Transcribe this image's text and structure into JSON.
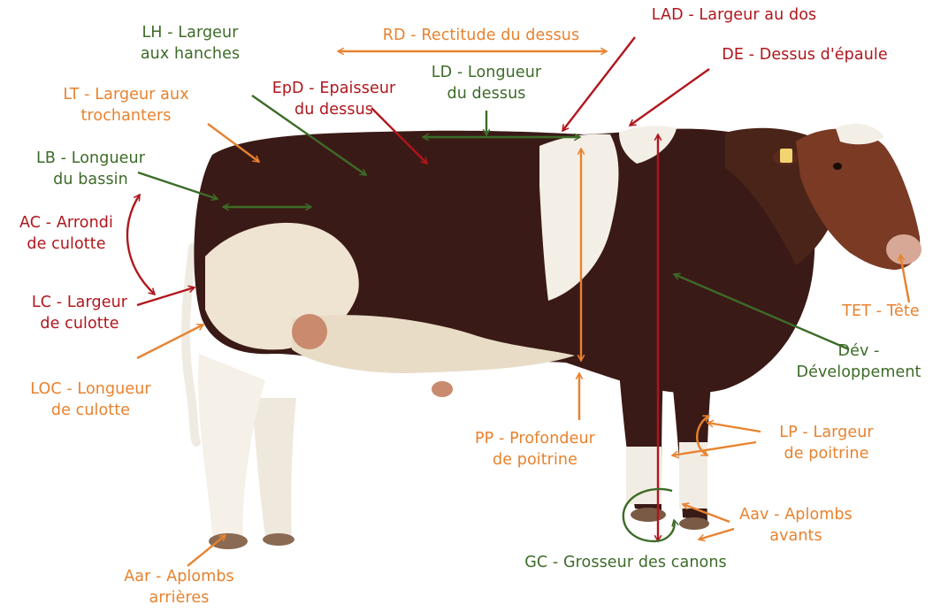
{
  "colors": {
    "orange": "#e8822e",
    "red": "#b0161c",
    "green": "#3d6b28",
    "coat_dark": "#3a1a16",
    "coat_white": "#f4efe6"
  },
  "labels": {
    "rd": {
      "line1": "RD - Rectitude du dessus",
      "color": "orange"
    },
    "lad": {
      "line1": "LAD - Largeur au dos",
      "color": "red"
    },
    "de": {
      "line1": "DE - Dessus d'épaule",
      "color": "red"
    },
    "lh": {
      "line1": "LH - Largeur",
      "line2": "aux hanches",
      "color": "green"
    },
    "ld": {
      "line1": "LD - Longueur",
      "line2": "du dessus",
      "color": "green"
    },
    "epd": {
      "line1": "EpD - Epaisseur",
      "line2": "du dessus",
      "color": "red"
    },
    "lt": {
      "line1": "LT - Largeur aux",
      "line2": "trochanters",
      "color": "orange"
    },
    "lb": {
      "line1": "LB - Longueur",
      "line2": "du bassin",
      "color": "green"
    },
    "ac": {
      "line1": "AC - Arrondi",
      "line2": "de culotte",
      "color": "red"
    },
    "lc": {
      "line1": "LC - Largeur",
      "line2": "de culotte",
      "color": "red"
    },
    "loc": {
      "line1": "LOC - Longueur",
      "line2": "de culotte",
      "color": "orange"
    },
    "tet": {
      "line1": "TET - Tête",
      "color": "orange"
    },
    "dev": {
      "line1": "Dév -",
      "line2": "Développement",
      "color": "green"
    },
    "pp": {
      "line1": "PP - Profondeur",
      "line2": "de poitrine",
      "color": "orange"
    },
    "lp": {
      "line1": "LP - Largeur",
      "line2": "de poitrine",
      "color": "orange"
    },
    "aav": {
      "line1": "Aav - Aplombs",
      "line2": "avants",
      "color": "orange"
    },
    "gc": {
      "line1": "GC - Grosseur des canons",
      "color": "green"
    },
    "aar": {
      "line1": "Aar - Aplombs",
      "line2": "arrières",
      "color": "orange"
    }
  }
}
